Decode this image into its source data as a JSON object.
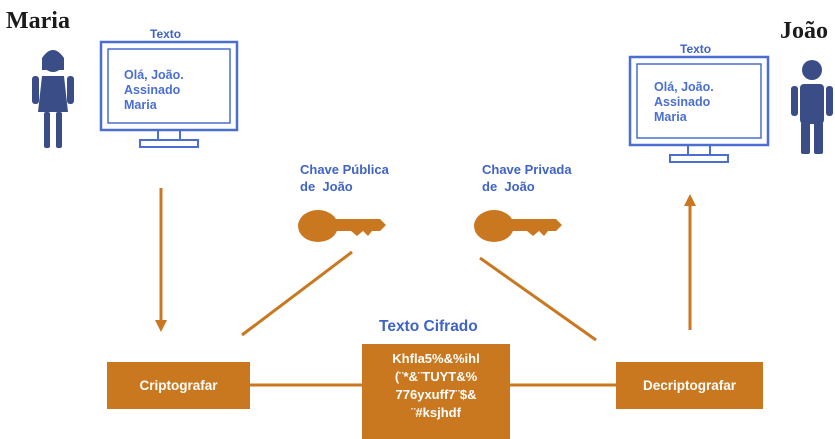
{
  "sender": {
    "name": "Maria",
    "icon": "woman-icon"
  },
  "receiver": {
    "name": "João",
    "icon": "man-icon"
  },
  "left_monitor": {
    "caption": "Texto",
    "lines": [
      "Olá, João.",
      "Assinado",
      "Maria"
    ]
  },
  "right_monitor": {
    "caption": "Texto",
    "lines": [
      "Olá, João.",
      "Assinado",
      "Maria"
    ]
  },
  "public_key": {
    "label_line1": "Chave Pública",
    "label_line2": "de  João",
    "icon": "key-icon"
  },
  "private_key": {
    "label_line1": "Chave Privada",
    "label_line2": "de  João",
    "icon": "key-icon"
  },
  "encrypt_box": {
    "label": "Criptografar"
  },
  "decrypt_box": {
    "label": "Decriptografar"
  },
  "ciphertext": {
    "title": "Texto Cifrado",
    "lines": [
      "Khfla5%&%ihl",
      "(¨*&¨TUYT&%",
      "776yxuff7¨$&",
      "¨#ksjhdf"
    ]
  },
  "colors": {
    "accent_orange": "#c9781f",
    "text_blue": "#3f63c7",
    "monitor_outline": "#4a6fd0",
    "person_fill": "#3b4d86"
  }
}
